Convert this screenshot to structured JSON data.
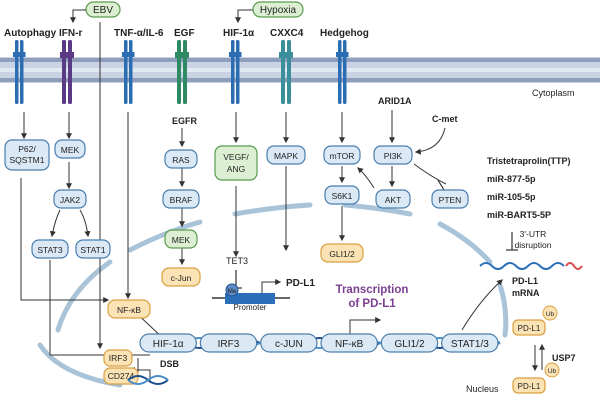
{
  "colors": {
    "membrane": "#8f9fbb",
    "membrane_dark": "#6b7c9c",
    "receptor_blue": "#2a6db3",
    "receptor_purple": "#5b3a86",
    "receptor_green": "#2e8a63",
    "receptor_teal": "#3a8f9a",
    "node_blue_fill": "#dbe8f5",
    "node_blue_stroke": "#4a7eae",
    "node_green_fill": "#dcefd3",
    "node_green_stroke": "#5b9a4f",
    "node_orange_fill": "#fbe3b5",
    "node_orange_stroke": "#d9a040",
    "nucleus_stroke": "#a9c4d8",
    "dna_pill_fill": "#dbe9f4",
    "dna_strand": "#1f4f8c",
    "accent_purple": "#7b3f91",
    "mrna_blue": "#2b6fb8"
  },
  "stimuli": {
    "ebv": "EBV",
    "hypoxia": "Hypoxia"
  },
  "membrane_labels": {
    "autophagy": "Autophagy",
    "ifn": "IFN-r",
    "tnf": "TNF-α/IL-6",
    "egf": "EGF",
    "hif": "HIF-1α",
    "cxxc4": "CXXC4",
    "hedgehog": "Hedgehog",
    "cytoplasm": "Cytoplasm",
    "egfr": "EGFR",
    "arid1a": "ARID1A",
    "cmet": "C-met"
  },
  "nodes": {
    "p62": [
      "P62/",
      "SQSTM1"
    ],
    "mek1": "MEK",
    "jak2": "JAK2",
    "stat3": "STAT3",
    "stat1": "STAT1",
    "ras": "RAS",
    "braf": "BRAF",
    "mek2": "MEK",
    "cjun": "c-Jun",
    "vegf": [
      "VEGF/",
      "ANG"
    ],
    "mapk": "MAPK",
    "mtor": "mTOR",
    "pi3k": "PI3K",
    "s6k1": "S6K1",
    "akt": "AKT",
    "pten": "PTEN",
    "gli": "GLI1/2",
    "nfkb": "NF-κB",
    "irf3": "IRF3",
    "cd274": "CD274",
    "tet3": "TET3"
  },
  "promoter": {
    "me": "Me",
    "promoter": "Promoter",
    "gene": "PD-L1"
  },
  "transcription_title": [
    "Transcription",
    "of PD-L1"
  ],
  "dna_factors": [
    "HIF-1α",
    "IRF3",
    "c-JUN",
    "NF-κB",
    "GLI1/2",
    "STAT1/3"
  ],
  "dsb": "DSB",
  "nucleus": "Nucleus",
  "regulators": {
    "ttp": "Tristetraprolin(TTP)",
    "mir1": "miR-877-5p",
    "mir2": "miR-105-5p",
    "mir3": "miR-BART5-5P",
    "utr": [
      "3'-UTR",
      "disruption"
    ]
  },
  "mrna": [
    "PD-L1",
    "mRNA"
  ],
  "protein": {
    "pdl1_top": "PD-L1",
    "ub_top": "Ub",
    "usp7": "USP7",
    "pdl1_bottom": "PD-L1",
    "ub_bottom": "Ub"
  }
}
